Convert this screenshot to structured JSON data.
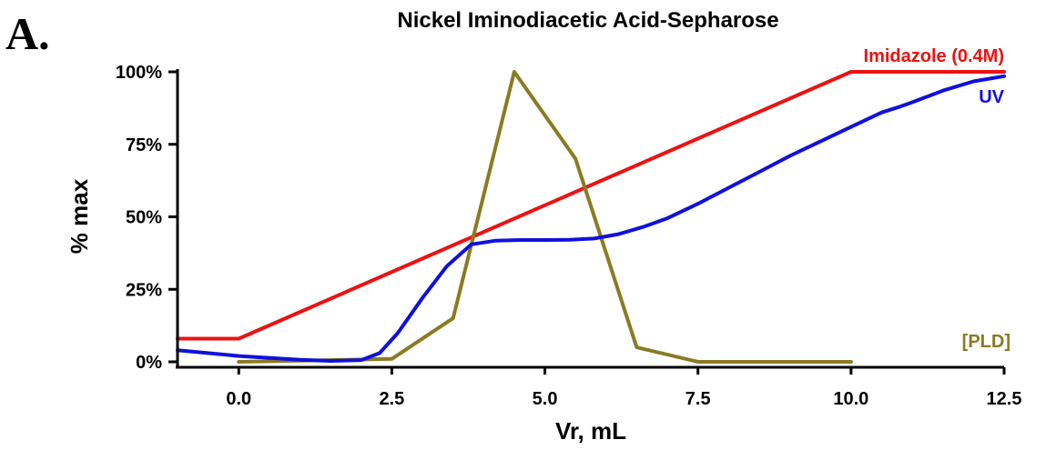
{
  "panel_label": "A.",
  "chart_data": {
    "type": "line",
    "title": "Nickel Iminodiacetic Acid-Sepharose",
    "xlabel": "Vr, mL",
    "ylabel": "% max",
    "xlim": [
      -1,
      12.5
    ],
    "ylim": [
      0,
      100
    ],
    "x_ticks": [
      {
        "value": 0,
        "label": "0.0"
      },
      {
        "value": 2.5,
        "label": "2.5"
      },
      {
        "value": 5,
        "label": "5.0"
      },
      {
        "value": 7.5,
        "label": "7.5"
      },
      {
        "value": 10,
        "label": "10.0"
      },
      {
        "value": 12.5,
        "label": "12.5"
      }
    ],
    "y_ticks": [
      {
        "value": 0,
        "label": "0%"
      },
      {
        "value": 25,
        "label": "25%"
      },
      {
        "value": 50,
        "label": "50%"
      },
      {
        "value": 75,
        "label": "75%"
      },
      {
        "value": 100,
        "label": "100%"
      }
    ],
    "grid": false,
    "series": [
      {
        "name": "Imidazole (0.4M)",
        "color": "#ee1111",
        "x": [
          -1,
          0,
          10,
          12.5
        ],
        "y": [
          8,
          8,
          100,
          100
        ]
      },
      {
        "name": "UV",
        "color": "#1010dd",
        "x": [
          -1,
          0,
          1,
          1.5,
          2,
          2.3,
          2.6,
          3.0,
          3.4,
          3.8,
          4.2,
          4.6,
          5.0,
          5.4,
          5.8,
          6.2,
          6.6,
          7.0,
          7.5,
          8.0,
          8.5,
          9.0,
          9.5,
          10.0,
          10.5,
          10.8,
          11.0,
          11.5,
          12.0,
          12.5
        ],
        "y": [
          4,
          2,
          0.7,
          0.3,
          0.6,
          3,
          10,
          22,
          33,
          40.5,
          41.8,
          42,
          42,
          42.1,
          42.5,
          44,
          46.5,
          49.5,
          54.5,
          60,
          65.5,
          71,
          76,
          81,
          86,
          88,
          89.5,
          93.5,
          96.7,
          98.5
        ]
      },
      {
        "name": "[PLD]",
        "color": "#8b7a22",
        "x": [
          0,
          2.5,
          3.5,
          4.5,
          5.5,
          6.5,
          7.5,
          10.0
        ],
        "y": [
          0,
          1,
          15,
          100,
          70,
          5,
          0,
          0
        ]
      }
    ]
  }
}
